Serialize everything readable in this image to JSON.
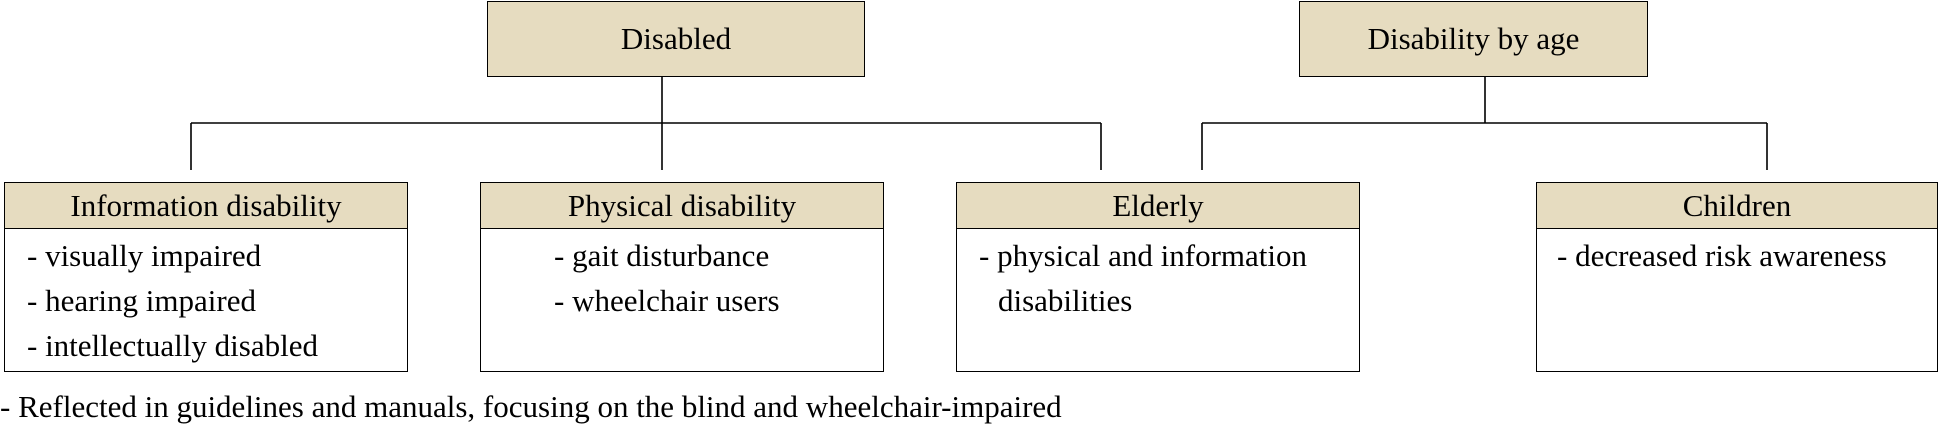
{
  "top_nodes": {
    "disabled": "Disabled",
    "disability_by_age": "Disability by age"
  },
  "cards": {
    "information": {
      "title": "Information disability",
      "items": [
        "- visually impaired",
        "- hearing impaired",
        "- intellectually disabled"
      ]
    },
    "physical": {
      "title": "Physical disability",
      "items": [
        "- gait disturbance",
        "- wheelchair users"
      ]
    },
    "elderly": {
      "title": "Elderly",
      "items": [
        "- physical and information",
        "disabilities"
      ]
    },
    "children": {
      "title": "Children",
      "items": [
        "- decreased risk awareness"
      ]
    }
  },
  "footnote": "- Reflected in guidelines and manuals, focusing on the blind and wheelchair-impaired",
  "colors": {
    "header_fill": "#e6dcc0",
    "line": "#000000"
  }
}
